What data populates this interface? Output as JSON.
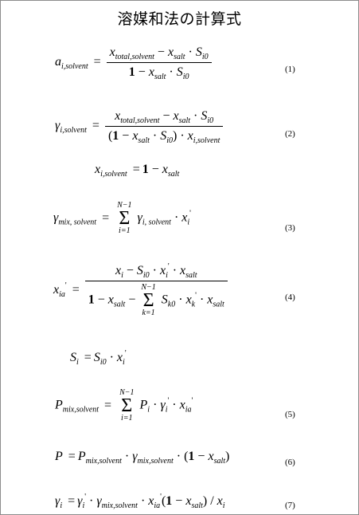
{
  "title": "溶媒和法の計算式",
  "equation_numbers": [
    "(1)",
    "(2)",
    "(3)",
    "(4)",
    "(5)",
    "(6)",
    "(7)"
  ],
  "sum_limits": {
    "upper": "N−1",
    "lower_i": "i=1",
    "lower_k": "k=1"
  },
  "sub": {
    "i_solvent": "i,solvent",
    "total_solvent": "total,solvent",
    "salt": "salt",
    "i0": "i0",
    "mix_solvent": "mix,solvent",
    "mix_solvent_space": "mix, solvent",
    "i_solvent_space": "i, solvent",
    "i": "i",
    "ia": "ia",
    "k0": "k0",
    "k": "k"
  }
}
